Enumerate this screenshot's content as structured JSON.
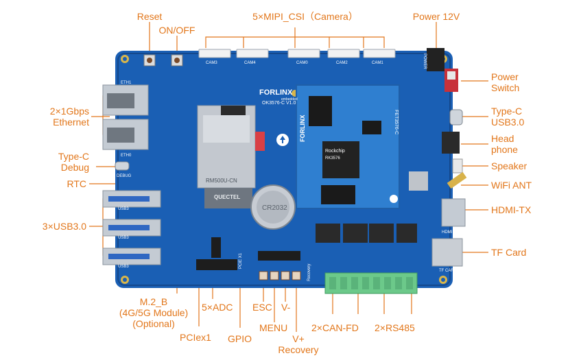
{
  "board": {
    "brand": "FORLINX",
    "brand_sub": "embedded",
    "model": "OK3576-C V1.0",
    "som_brand": "FORLINX",
    "som_model": "FET3576-C",
    "chip_brand": "Rockchip",
    "chip_model": "RK3576",
    "module_brand": "QUECTEL",
    "module_model": "RM500U-CN",
    "battery": "CR2032",
    "silk_camera": [
      "CAM3",
      "CAM4",
      "CAM0",
      "CAM2",
      "CAM1"
    ],
    "silk_power": "POWER",
    "silk_eth": [
      "ETH1",
      "ETH0"
    ],
    "silk_debug": "DEBUG",
    "silk_usb": [
      "USB3",
      "USB3",
      "USB3"
    ],
    "silk_pcie": "PCIE X1",
    "silk_hdmi": "HDMI TX",
    "silk_tf": "TF CARD",
    "silk_recovery": "Recovery"
  },
  "labels": {
    "reset": "Reset",
    "on_off": "ON/OFF",
    "mipi": "5×MIPI_CSI（Camera）",
    "power12v": "Power 12V",
    "power_switch_1": "Power",
    "power_switch_2": "Switch",
    "ethernet_1": "2×1Gbps",
    "ethernet_2": "Ethernet",
    "typec_usb_1": "Type-C",
    "typec_usb_2": "USB3.0",
    "headphone_1": "Head",
    "headphone_2": "phone",
    "typec_debug_1": "Type-C",
    "typec_debug_2": "Debug",
    "speaker": "Speaker",
    "wifi": "WiFi ANT",
    "rtc": "RTC",
    "hdmi": "HDMI-TX",
    "usb3": "3×USB3.0",
    "tf": "TF Card",
    "m2_1": "M.2_B",
    "m2_2": "(4G/5G Module)",
    "m2_3": "(Optional)",
    "adc": "5×ADC",
    "esc": "ESC",
    "vminus": "V-",
    "menu": "MENU",
    "can": "2×CAN-FD",
    "rs485": "2×RS485",
    "pcie": "PCIex1",
    "gpio": "GPIO",
    "vplus_1": "V+",
    "vplus_2": "Recovery"
  },
  "colors": {
    "label": "#e2761a",
    "pcb": "#1a5fb4",
    "pcb_dark": "#14488c",
    "som": "#2f7fd0",
    "terminal": "#6cc98a",
    "port_metal": "#bfc6cf"
  }
}
